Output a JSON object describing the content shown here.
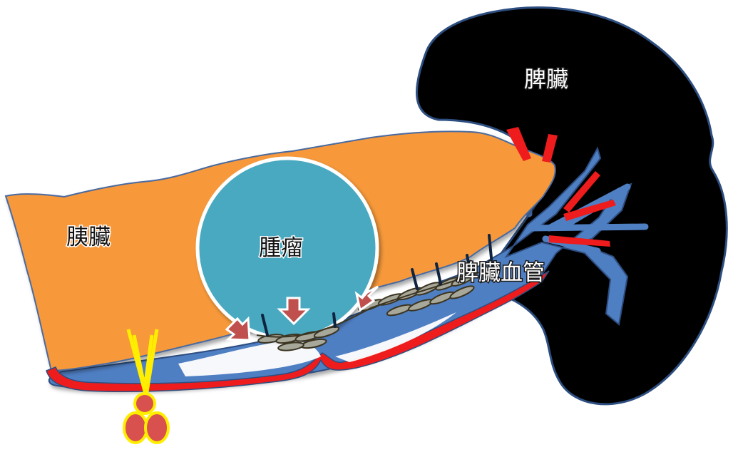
{
  "labels": {
    "spleen": "脾臟",
    "pancreas": "胰臟",
    "tumor": "腫瘤",
    "splenic_vessels": "脾臟血管"
  },
  "colors": {
    "pancreas": "#f7993a",
    "spleen": "#000000",
    "tumor": "#49a9c1",
    "vein": "#4f7fc3",
    "artery": "#ee1c1c",
    "outline": "#2d4e80",
    "clamp": "#ffee00",
    "clamp_fill": "#d9514f",
    "arrow": "#c0504d",
    "ligature": "#a7a79a"
  }
}
